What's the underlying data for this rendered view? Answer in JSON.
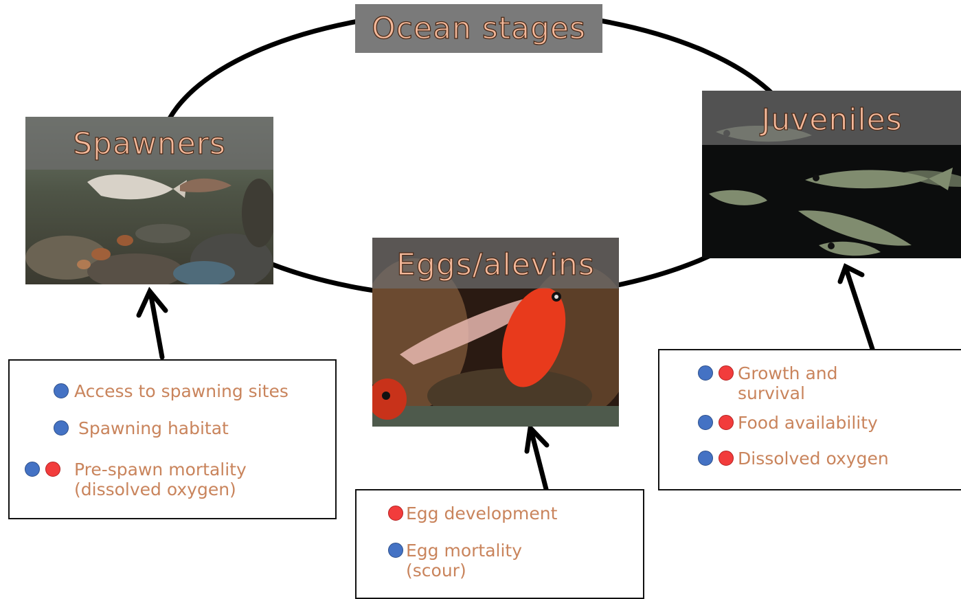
{
  "title": "Ocean stages",
  "stages": {
    "spawners": {
      "label": "Spawners"
    },
    "eggs": {
      "label": "Eggs/alevins"
    },
    "juveniles": {
      "label": "Juveniles"
    }
  },
  "boxes": {
    "spawners": {
      "items": [
        {
          "text": "Access to spawning sites",
          "dots": [
            "blue"
          ]
        },
        {
          "text": "Spawning habitat",
          "dots": [
            "blue"
          ]
        },
        {
          "text": "Pre-spawn mortality",
          "text2": "(dissolved oxygen)",
          "dots": [
            "blue",
            "red"
          ]
        }
      ]
    },
    "eggs": {
      "items": [
        {
          "text": "Egg development",
          "dots": [
            "red"
          ]
        },
        {
          "text": "Egg mortality",
          "text2": "(scour)",
          "dots": [
            "blue"
          ]
        }
      ]
    },
    "juveniles": {
      "items": [
        {
          "text": "Growth and",
          "text2": "survival",
          "dots": [
            "blue",
            "red"
          ]
        },
        {
          "text": "Food availability",
          "dots": [
            "blue",
            "red"
          ]
        },
        {
          "text": "Dissolved oxygen",
          "dots": [
            "blue",
            "red"
          ]
        }
      ]
    }
  },
  "colors": {
    "blue_dot": "#4472c4",
    "red_dot": "#f23c3c",
    "label_text": "#c9845c"
  }
}
